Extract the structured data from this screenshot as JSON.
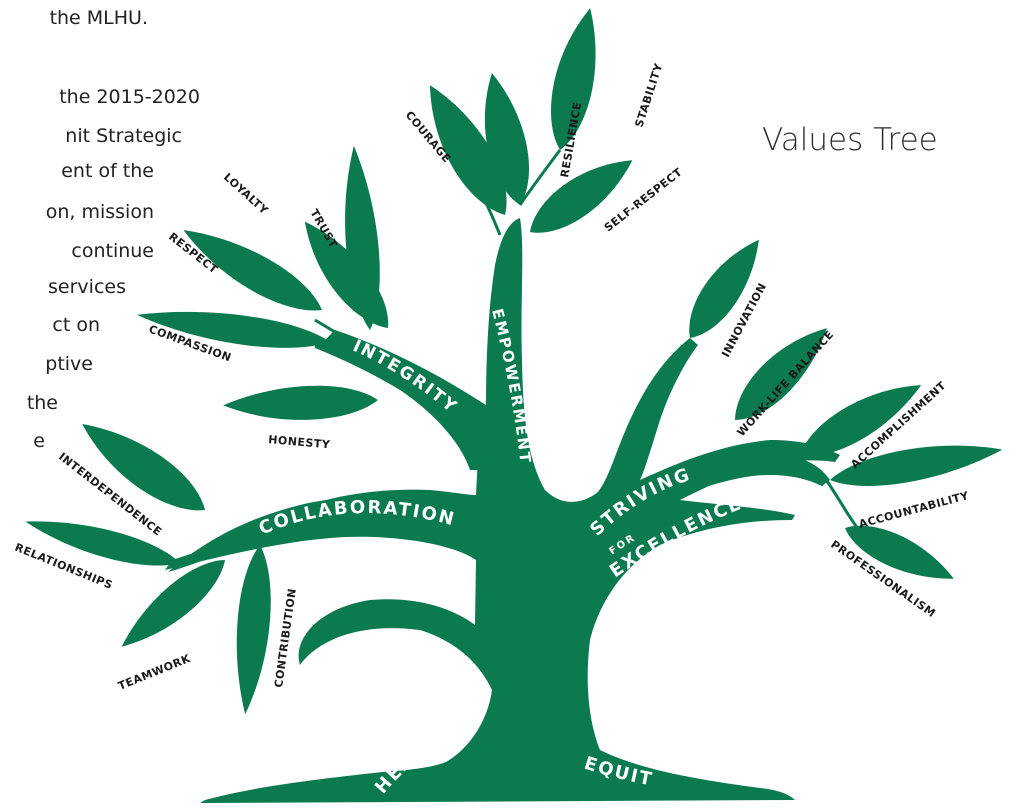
{
  "title": "Values Tree",
  "intro_lines": [
    "the MLHU.",
    "the 2015-2020",
    "nit  Strategic",
    "ent  of  the",
    "on, mission",
    "continue",
    "services",
    "ct  on",
    "ptive",
    "the",
    "e"
  ],
  "branches": {
    "integrity": "INTEGRITY",
    "empowerment": "EMPOWERMENT",
    "collaboration": "COLLABORATION",
    "striving": "STRIVING",
    "for": "FOR",
    "excellence": "EXCELLENCE",
    "health": "HEALTH",
    "equity": "EQUITY"
  },
  "leaves": {
    "courage": "COURAGE",
    "resilience": "RESILIENCE",
    "stability": "STABILITY",
    "self_respect": "SELF-RESPECT",
    "loyalty": "LOYALTY",
    "trust": "TRUST",
    "respect": "RESPECT",
    "compassion": "COMPASSION",
    "honesty": "HONESTY",
    "interdependence": "INTERDEPENDENCE",
    "relationships": "RELATIONSHIPS",
    "teamwork": "TEAMWORK",
    "contribution": "CONTRIBUTION",
    "innovation": "INNOVATION",
    "work_life_balance": "WORK-LIFE BALANCE",
    "accomplishment": "ACCOMPLISHMENT",
    "accountability": "ACCOUNTABILITY",
    "professionalism": "PROFESSIONALISM"
  },
  "colors": {
    "tree_green": "#0b7a4e",
    "label_dark": "#1a1a1a",
    "branch_label": "#ffffff"
  }
}
